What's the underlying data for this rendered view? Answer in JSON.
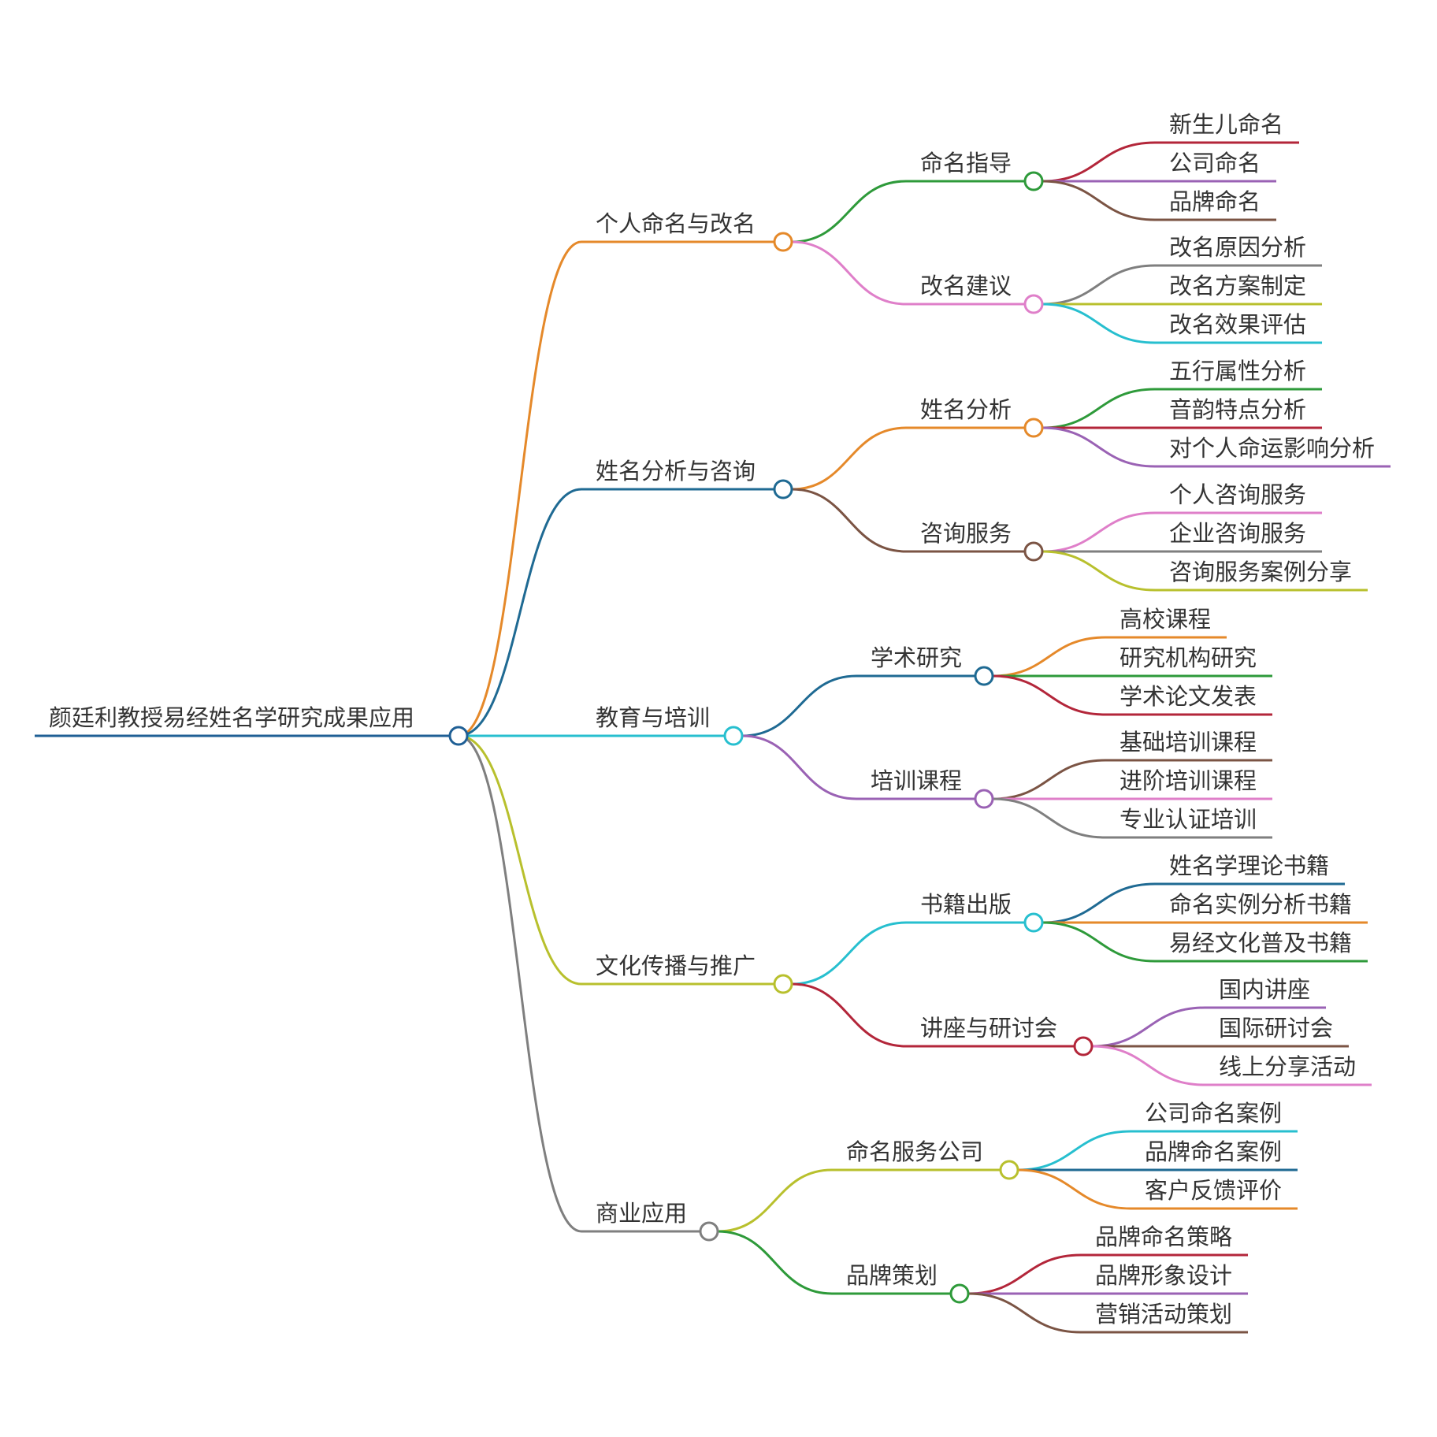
{
  "root": {
    "label": "颜廷利教授易经姓名学研究成果应用",
    "color": "#1f5f95",
    "children": [
      {
        "label": "个人命名与改名",
        "color": "#e5892a",
        "children": [
          {
            "label": "命名指导",
            "color": "#2e9a3a",
            "children": [
              {
                "label": "新生儿命名",
                "color": "#b3263a"
              },
              {
                "label": "公司命名",
                "color": "#9a62b4"
              },
              {
                "label": "品牌命名",
                "color": "#7b5444"
              }
            ]
          },
          {
            "label": "改名建议",
            "color": "#df7fc9",
            "children": [
              {
                "label": "改名原因分析",
                "color": "#7f7f7f"
              },
              {
                "label": "改名方案制定",
                "color": "#b8c02d"
              },
              {
                "label": "改名效果评估",
                "color": "#27bfcf"
              }
            ]
          }
        ]
      },
      {
        "label": "姓名分析与咨询",
        "color": "#1f6a93",
        "children": [
          {
            "label": "姓名分析",
            "color": "#e5892a",
            "children": [
              {
                "label": "五行属性分析",
                "color": "#2e9a3a"
              },
              {
                "label": "音韵特点分析",
                "color": "#b3263a"
              },
              {
                "label": "对个人命运影响分析",
                "color": "#9a62b4"
              }
            ]
          },
          {
            "label": "咨询服务",
            "color": "#7b5444",
            "children": [
              {
                "label": "个人咨询服务",
                "color": "#df7fc9"
              },
              {
                "label": "企业咨询服务",
                "color": "#7f7f7f"
              },
              {
                "label": "咨询服务案例分享",
                "color": "#b8c02d"
              }
            ]
          }
        ]
      },
      {
        "label": "教育与培训",
        "color": "#27bfcf",
        "children": [
          {
            "label": "学术研究",
            "color": "#1f6a93",
            "children": [
              {
                "label": "高校课程",
                "color": "#e5892a"
              },
              {
                "label": "研究机构研究",
                "color": "#2e9a3a"
              },
              {
                "label": "学术论文发表",
                "color": "#b3263a"
              }
            ]
          },
          {
            "label": "培训课程",
            "color": "#9a62b4",
            "children": [
              {
                "label": "基础培训课程",
                "color": "#7b5444"
              },
              {
                "label": "进阶培训课程",
                "color": "#df7fc9"
              },
              {
                "label": "专业认证培训",
                "color": "#7f7f7f"
              }
            ]
          }
        ]
      },
      {
        "label": "文化传播与推广",
        "color": "#b8c02d",
        "children": [
          {
            "label": "书籍出版",
            "color": "#27bfcf",
            "children": [
              {
                "label": "姓名学理论书籍",
                "color": "#1f6a93"
              },
              {
                "label": "命名实例分析书籍",
                "color": "#e5892a"
              },
              {
                "label": "易经文化普及书籍",
                "color": "#2e9a3a"
              }
            ]
          },
          {
            "label": "讲座与研讨会",
            "color": "#b3263a",
            "children": [
              {
                "label": "国内讲座",
                "color": "#9a62b4"
              },
              {
                "label": "国际研讨会",
                "color": "#7b5444"
              },
              {
                "label": "线上分享活动",
                "color": "#df7fc9"
              }
            ]
          }
        ]
      },
      {
        "label": "商业应用",
        "color": "#7f7f7f",
        "children": [
          {
            "label": "命名服务公司",
            "color": "#b8c02d",
            "children": [
              {
                "label": "公司命名案例",
                "color": "#27bfcf"
              },
              {
                "label": "品牌命名案例",
                "color": "#1f6a93"
              },
              {
                "label": "客户反馈评价",
                "color": "#e5892a"
              }
            ]
          },
          {
            "label": "品牌策划",
            "color": "#2e9a3a",
            "children": [
              {
                "label": "品牌命名策略",
                "color": "#b3263a"
              },
              {
                "label": "品牌形象设计",
                "color": "#9a62b4"
              },
              {
                "label": "营销活动策划",
                "color": "#7b5444"
              }
            ]
          }
        ]
      }
    ]
  }
}
